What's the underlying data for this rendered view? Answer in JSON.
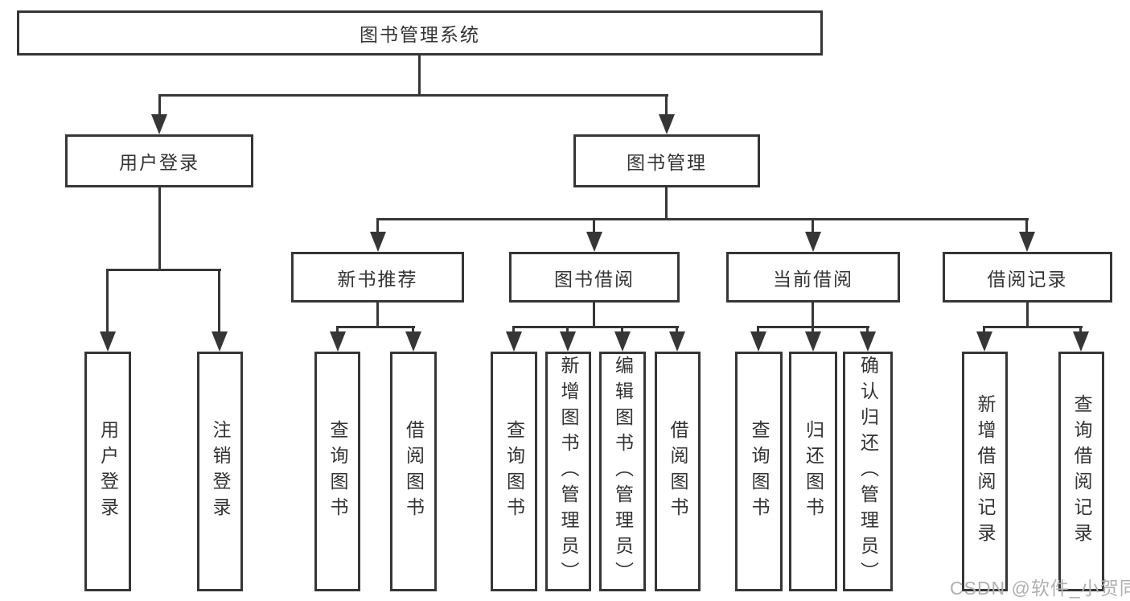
{
  "watermark": "CSDN @软件_小贺同学",
  "colors": {
    "line": "#363636",
    "box_border": "#363636",
    "text": "#333333",
    "watermark_gray": "#b0b0b0",
    "background": "#ffffff"
  },
  "nodes": {
    "root": {
      "label": "图书管理系统"
    },
    "level2": [
      {
        "label": "用户登录"
      },
      {
        "label": "图书管理"
      }
    ],
    "level3": [
      {
        "label": "新书推荐",
        "parent": "图书管理"
      },
      {
        "label": "图书借阅",
        "parent": "图书管理"
      },
      {
        "label": "当前借阅",
        "parent": "图书管理"
      },
      {
        "label": "借阅记录",
        "parent": "图书管理"
      }
    ],
    "leaves": [
      {
        "label": "用户登录",
        "parent": "用户登录"
      },
      {
        "label": "注销登录",
        "parent": "用户登录"
      },
      {
        "label": "查询图书",
        "parent": "新书推荐"
      },
      {
        "label": "借阅图书",
        "parent": "新书推荐"
      },
      {
        "label": "查询图书",
        "parent": "图书借阅"
      },
      {
        "label": "新增图书（管理员）",
        "parent": "图书借阅"
      },
      {
        "label": "编辑图书（管理员）",
        "parent": "图书借阅"
      },
      {
        "label": "借阅图书",
        "parent": "图书借阅"
      },
      {
        "label": "查询图书",
        "parent": "当前借阅"
      },
      {
        "label": "归还图书",
        "parent": "当前借阅"
      },
      {
        "label": "确认归还（管理员）",
        "parent": "当前借阅"
      },
      {
        "label": "新增借阅记录",
        "parent": "借阅记录"
      },
      {
        "label": "查询借阅记录",
        "parent": "借阅记录"
      }
    ]
  }
}
